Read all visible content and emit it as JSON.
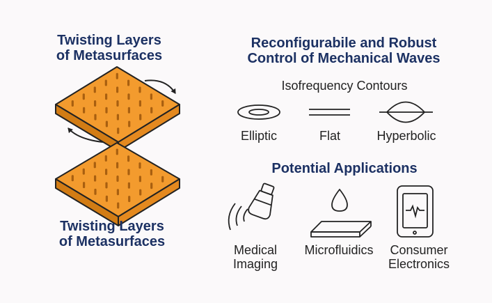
{
  "left": {
    "top_title": [
      "Twisting Layers",
      "of Metasurfaces"
    ],
    "bottom_title": [
      "Twisting Layers",
      "of Metasurfaces"
    ]
  },
  "right": {
    "title": [
      "Reconfigurabile and Robust",
      "Control of Mechanical Waves"
    ],
    "contours_heading": "Isofrequency Contours",
    "contours": [
      {
        "label": "Elliptic",
        "icon": "ellipse-contour-icon"
      },
      {
        "label": "Flat",
        "icon": "flat-contour-icon"
      },
      {
        "label": "Hyperbolic",
        "icon": "hyperbolic-contour-icon"
      }
    ],
    "applications_heading": "Potential Applications",
    "applications": [
      {
        "lines": [
          "Medical",
          "Imaging"
        ],
        "icon": "ultrasound-probe-icon"
      },
      {
        "lines": [
          "Microfluidics"
        ],
        "icon": "droplet-chip-icon"
      },
      {
        "lines": [
          "Consumer",
          "Electronics"
        ],
        "icon": "tablet-icon"
      }
    ]
  },
  "colors": {
    "accent": "#f39b2e",
    "accent_dark": "#d27c14",
    "title": "#1c3163",
    "ink": "#222222"
  }
}
